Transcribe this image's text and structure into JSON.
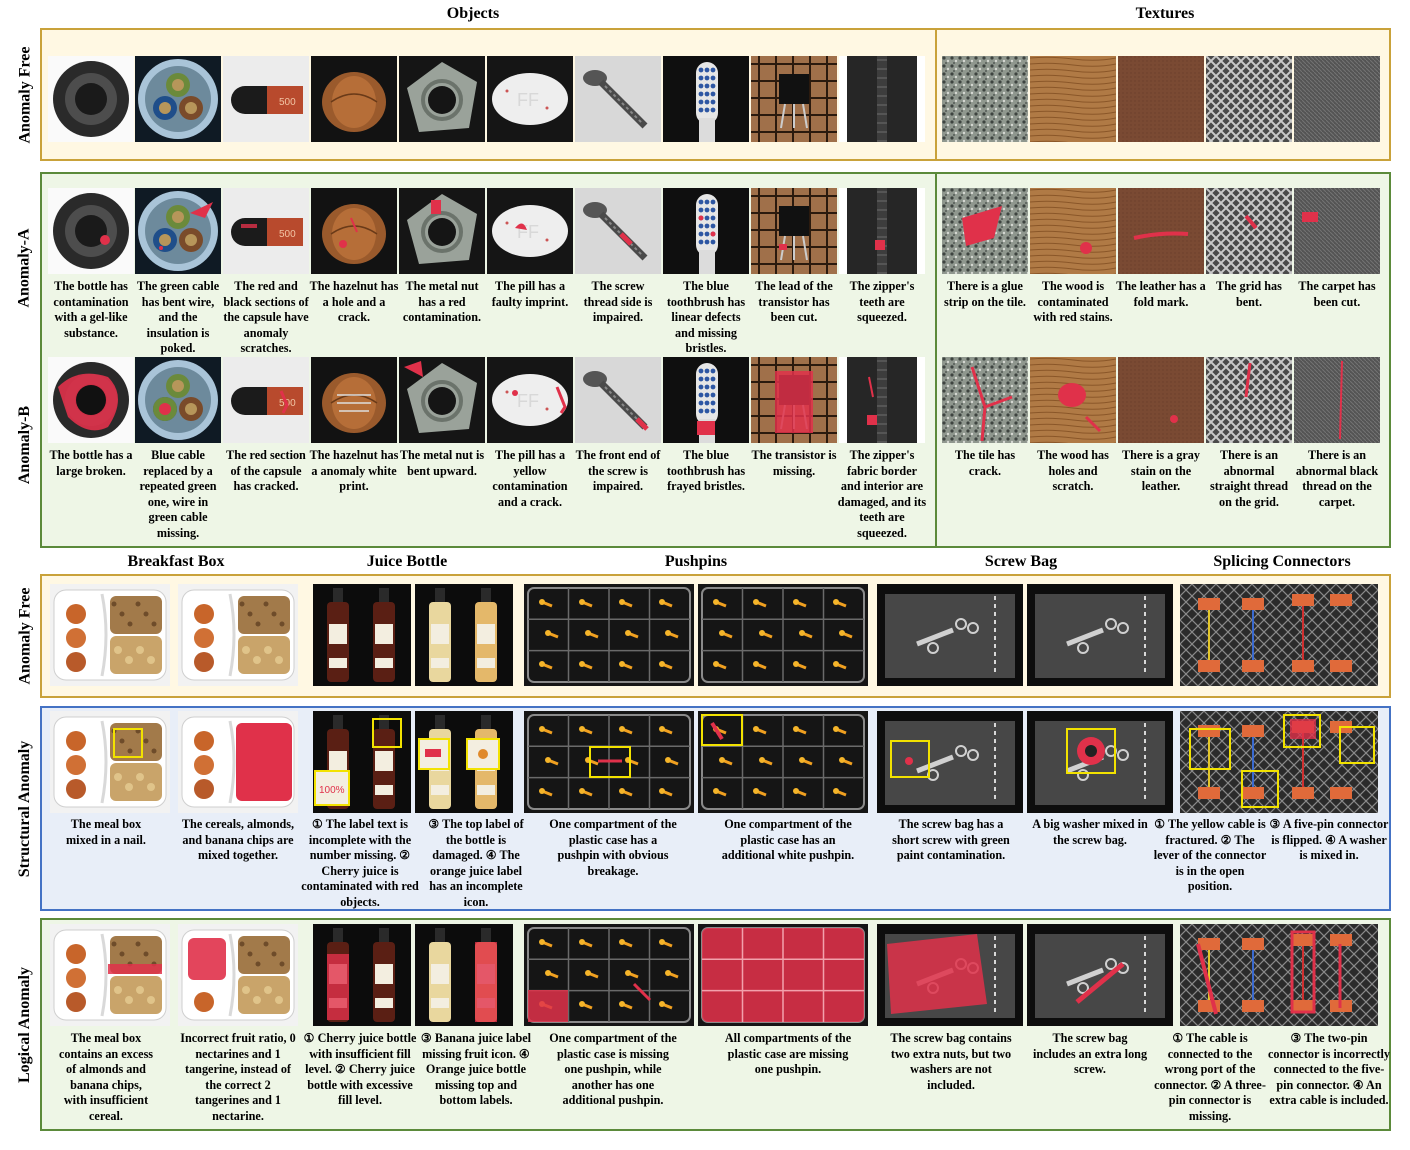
{
  "headers": {
    "objects": "Objects",
    "textures": "Textures"
  },
  "object_categories": [
    "Bottle",
    "Cable",
    "Capsule",
    "Hazelnut",
    "Metalnut",
    "Pill",
    "Screw",
    "Toothbrush",
    "Transistor",
    "Zipper"
  ],
  "texture_categories": [
    "Tile",
    "Wood",
    "Leather",
    "Grid",
    "Carpet"
  ],
  "row_labels": {
    "anomaly_free": "Anomaly Free",
    "anomaly_a": "Anomaly-A",
    "anomaly_b": "Anomaly-B",
    "structural": "Structural Anomaly",
    "logical": "Logical Anomaly"
  },
  "anomaly_a_captions": [
    "The bottle has contamination with a gel-like substance.",
    "The green cable has bent wire, and the insulation is poked.",
    "The red and black sections of the capsule have anomaly scratches.",
    "The hazelnut has a hole and a crack.",
    "The metal nut has a red contamination.",
    "The pill has a faulty imprint.",
    "The screw thread side is impaired.",
    "The blue toothbrush has linear defects and missing bristles.",
    "The lead of the transistor has been cut.",
    "The zipper's teeth are squeezed.",
    "There is a glue strip on the tile.",
    "The wood is contaminated with red stains.",
    "The leather has a fold mark.",
    "The grid has bent.",
    "The carpet has been cut."
  ],
  "anomaly_b_captions": [
    "The bottle has a large broken.",
    "Blue cable replaced by a repeated green one, wire in green cable missing.",
    "The red section of the capsule has cracked.",
    "The hazelnut has a anomaly white print.",
    "The metal nut is bent upward.",
    "The pill has a yellow contamination and a crack.",
    "The front end of the screw is impaired.",
    "The blue toothbrush has frayed bristles.",
    "The transistor is missing.",
    "The zipper's fabric border and interior are damaged, and its teeth are squeezed.",
    "The tile has crack.",
    "The wood has holes and scratch.",
    "There is a gray stain on the leather.",
    "There is an abnormal straight thread on the grid.",
    "There is an abnormal black thread on the carpet."
  ],
  "loco_categories": [
    "Breakfast Box",
    "Juice Bottle",
    "Pushpins",
    "Screw Bag",
    "Splicing Connectors"
  ],
  "structural_captions": [
    "The meal box mixed in a nail.",
    "The cereals, almonds, and banana chips are mixed together.",
    "① The label text is incomplete with the number missing. ② Cherry juice is contaminated with red objects.",
    "③ The top label of the bottle is damaged. ④ The orange juice label has an incomplete icon.",
    "One compartment of the plastic case has a pushpin with obvious breakage.",
    "One compartment of the plastic case has an additional white pushpin.",
    "The screw bag has a short screw with green paint contamination.",
    "A big washer mixed in the screw bag.",
    "① The yellow cable is fractured. ② The lever of the connector is in the open position.",
    "③ A five-pin connector is flipped. ④ A washer is mixed in."
  ],
  "logical_captions": [
    "The meal box contains an excess of almonds and banana chips, with insufficient cereal.",
    "Incorrect fruit ratio, 0 nectarines and 1 tangerine, instead of the correct 2 tangerines and 1 nectarine.",
    "① Cherry juice bottle with insufficient fill level. ② Cherry juice bottle with excessive fill level.",
    "③ Banana juice label missing fruit icon. ④ Orange juice bottle missing top and bottom labels.",
    "One compartment of the plastic case is missing one pushpin, while another has one additional pushpin.",
    "All compartments of the plastic case are missing one pushpin.",
    "The screw bag contains two extra nuts, but two washers are not included.",
    "The screw bag includes an extra long screw.",
    "① The cable is connected to the wrong port of the connector. ② A three-pin connector is missing.",
    "③ The two-pin connector is incorrectly connected to the five-pin connector. ④ An extra cable is included."
  ],
  "image_labels": {
    "juice_label_text": "100%"
  },
  "colors": {
    "free_border": "#c9a23a",
    "free_fill": "#fff8e3",
    "a_border": "#5b8a3a",
    "a_fill": "#eef6e6",
    "struct_border": "#4472c4",
    "struct_fill": "#e8eef8",
    "anomaly_mask": "#e0314a",
    "highlight": "#f2e200"
  }
}
